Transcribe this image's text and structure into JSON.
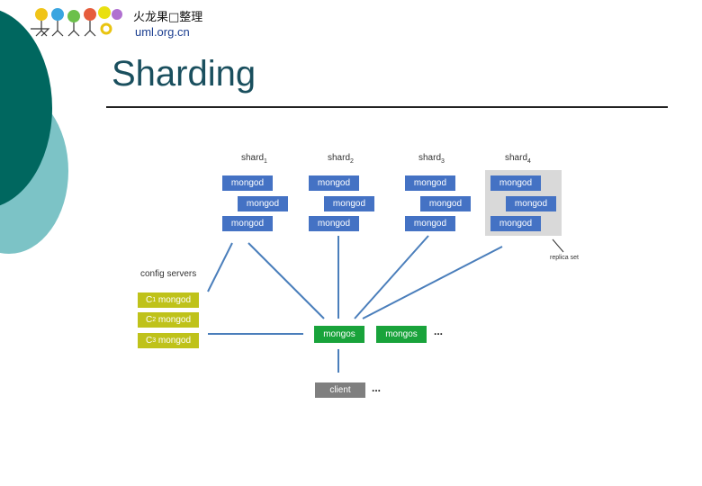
{
  "logo": {
    "line1": "火龙果□整理",
    "line2": "uml.org.cn"
  },
  "title": "Sharding",
  "colors": {
    "accent_dark": "#00675f",
    "accent_light": "#7cc3c6",
    "mongod": "#4472c4",
    "config": "#bfc21a",
    "mongos": "#19a33b",
    "client": "#7f7f7f"
  },
  "diagram": {
    "shards": [
      {
        "label": "shard",
        "sub": "1",
        "nodes": [
          "mongod",
          "mongod",
          "mongod"
        ]
      },
      {
        "label": "shard",
        "sub": "2",
        "nodes": [
          "mongod",
          "mongod",
          "mongod"
        ]
      },
      {
        "label": "shard",
        "sub": "3",
        "nodes": [
          "mongod",
          "mongod",
          "mongod"
        ]
      },
      {
        "label": "shard",
        "sub": "4",
        "nodes": [
          "mongod",
          "mongod",
          "mongod"
        ]
      }
    ],
    "replica_set_label": "replica set",
    "config_servers_label": "config servers",
    "config_nodes": [
      {
        "prefix": "C",
        "sub": "1",
        "text": "mongod"
      },
      {
        "prefix": "C",
        "sub": "2",
        "text": "mongod"
      },
      {
        "prefix": "C",
        "sub": "3",
        "text": "mongod"
      }
    ],
    "mongos": [
      "mongos",
      "mongos"
    ],
    "client": "client",
    "ellipsis": "..."
  }
}
